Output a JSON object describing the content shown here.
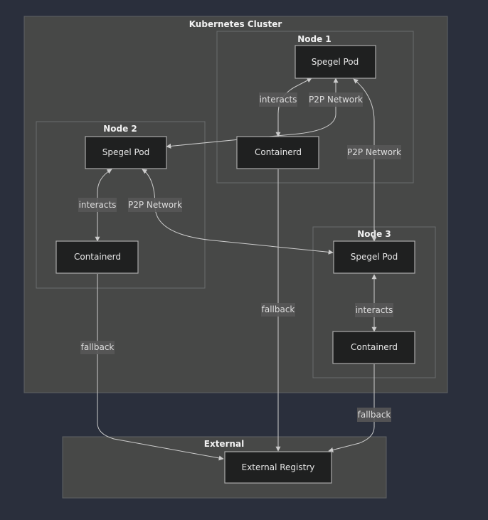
{
  "clusters": {
    "kubernetes": {
      "title": "Kubernetes Cluster"
    },
    "node1": {
      "title": "Node 1"
    },
    "node2": {
      "title": "Node 2"
    },
    "node3": {
      "title": "Node 3"
    },
    "external": {
      "title": "External"
    }
  },
  "nodes": {
    "n1_spegel": "Spegel Pod",
    "n1_containerd": "Containerd",
    "n2_spegel": "Spegel Pod",
    "n2_containerd": "Containerd",
    "n3_spegel": "Spegel Pod",
    "n3_containerd": "Containerd",
    "registry": "External Registry"
  },
  "edges": {
    "n1_interacts": "interacts",
    "n1_p2p_n2": "P2P Network",
    "n1_p2p_n3": "P2P Network",
    "n2_interacts": "interacts",
    "n2_p2p_n3": "P2P Network",
    "n3_interacts": "interacts",
    "n1_fallback": "fallback",
    "n2_fallback": "fallback",
    "n3_fallback": "fallback"
  },
  "colors": {
    "background": "#2a2f3c",
    "cluster_fill": "#474847",
    "node_fill": "#1f2020",
    "edge": "#cccccc"
  }
}
